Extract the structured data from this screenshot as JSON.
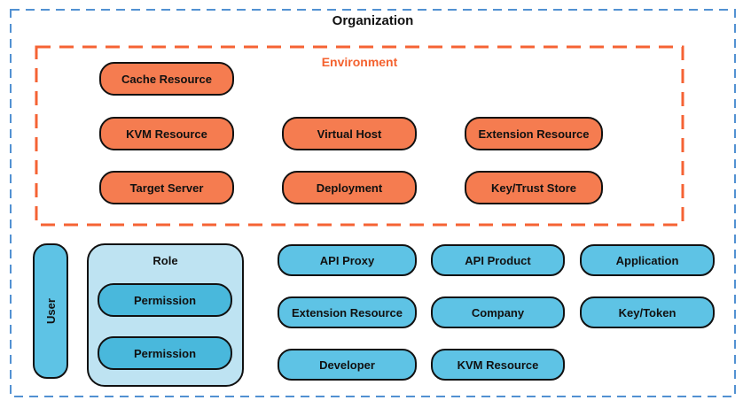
{
  "title": "Organization",
  "environment": {
    "label": "Environment",
    "nodes": [
      {
        "id": "cache-resource",
        "label": "Cache Resource"
      },
      {
        "id": "kvm-resource",
        "label": "KVM Resource"
      },
      {
        "id": "virtual-host",
        "label": "Virtual Host"
      },
      {
        "id": "extension-resource",
        "label": "Extension Resource"
      },
      {
        "id": "target-server",
        "label": "Target Server"
      },
      {
        "id": "deployment",
        "label": "Deployment"
      },
      {
        "id": "key-trust-store",
        "label": "Key/Trust Store"
      }
    ]
  },
  "organization": {
    "user_label": "User",
    "role_label": "Role",
    "permission_labels": [
      "Permission",
      "Permission"
    ],
    "nodes": [
      {
        "id": "api-proxy",
        "label": "API Proxy"
      },
      {
        "id": "api-product",
        "label": "API Product"
      },
      {
        "id": "application",
        "label": "Application"
      },
      {
        "id": "extension-resource",
        "label": "Extension Resource"
      },
      {
        "id": "company",
        "label": "Company"
      },
      {
        "id": "key-token",
        "label": "Key/Token"
      },
      {
        "id": "developer",
        "label": "Developer"
      },
      {
        "id": "kvm-resource",
        "label": "KVM Resource"
      }
    ]
  },
  "colors": {
    "organization_border": "#5291D2",
    "environment_border": "#F56334",
    "environment_label": "#F4622F",
    "environment_node_fill": "#F57C50",
    "organization_node_fill": "#5EC3E5",
    "role_container_fill": "#BEE3F2",
    "permission_node_fill": "#49B8DC",
    "node_outline": "#111111"
  }
}
